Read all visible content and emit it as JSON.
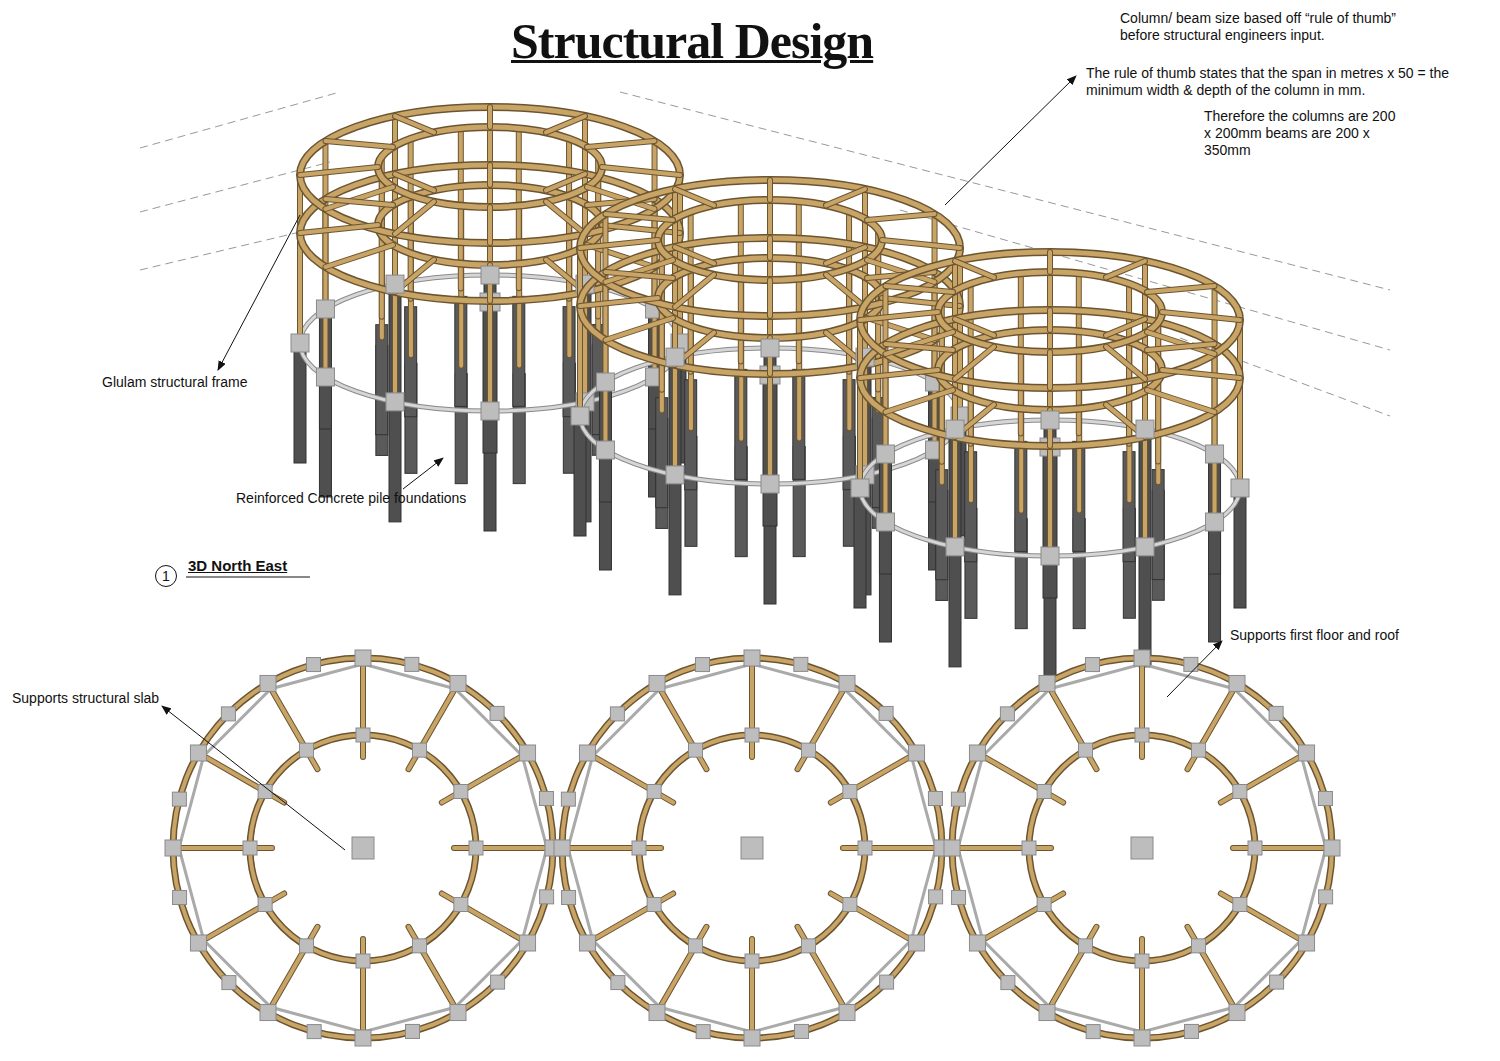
{
  "diagram": {
    "title": "Structural Design",
    "labels": [
      "Column/ beam size based off “rule of thumb” before structural engineers input.",
      "The rule of thumb states that the span in metres x 50 = the minimum width & depth of the column in mm.",
      "Therefore the columns are 200 x 200mm beams are 200 x 350mm",
      "Glulam structural frame",
      "Reinforced Concrete pile foundations",
      "1",
      "3D North East",
      "Supports first floor and roof",
      "Supports structural slab"
    ]
  }
}
